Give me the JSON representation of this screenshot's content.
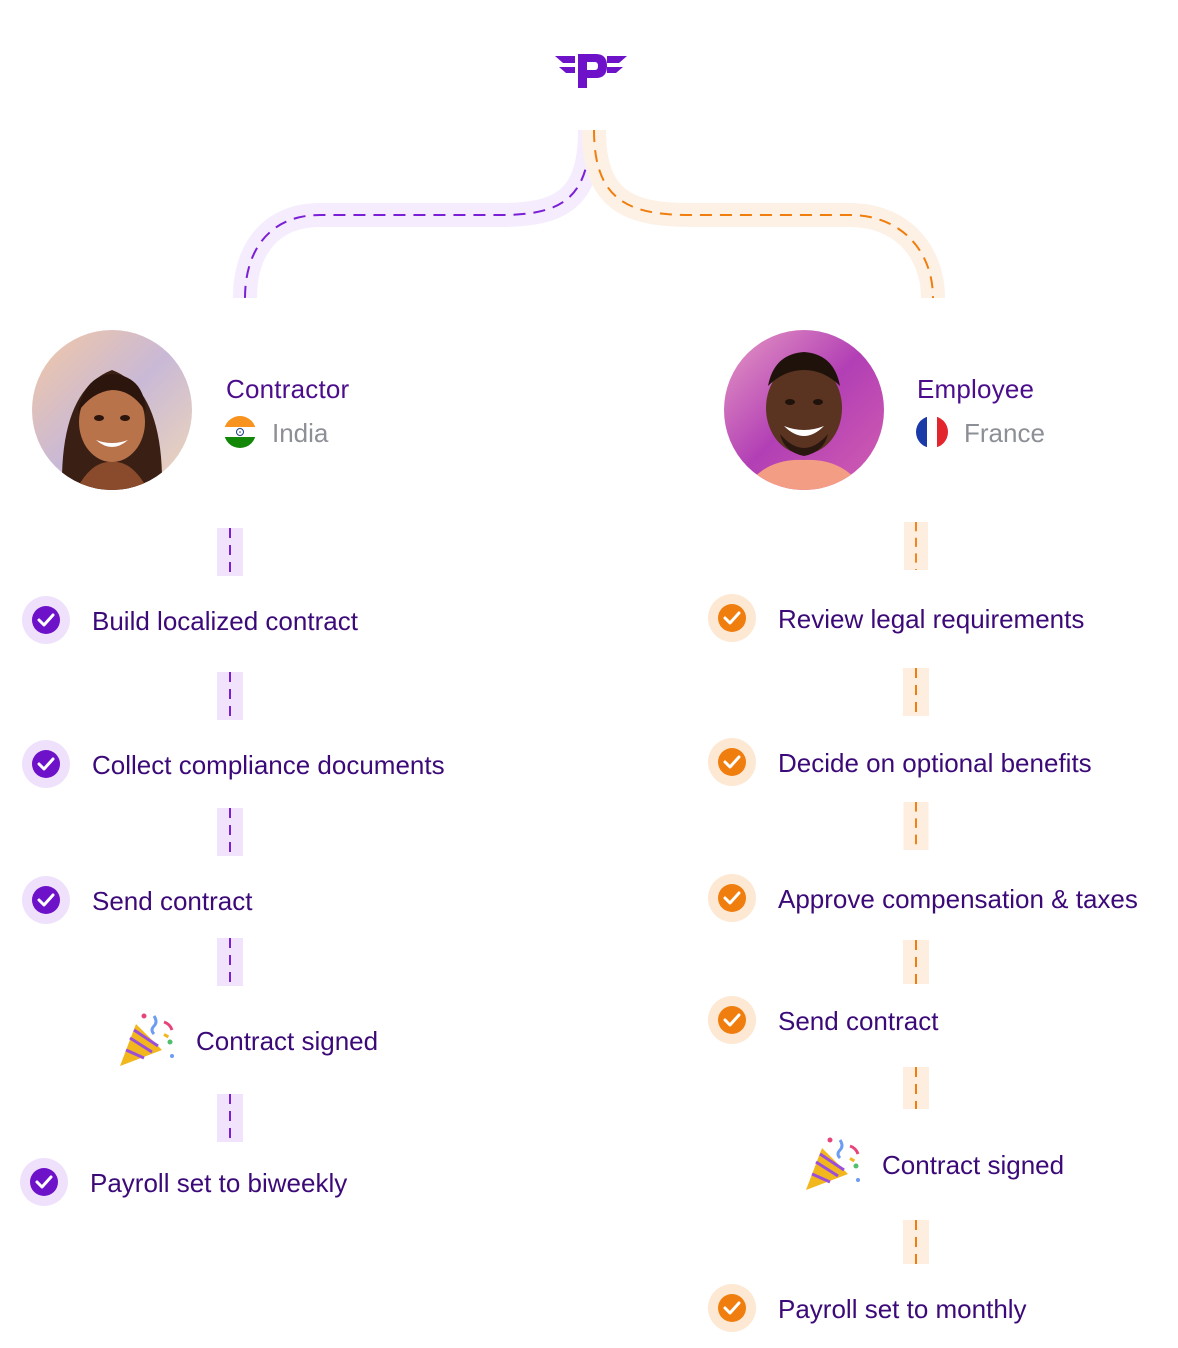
{
  "brand": {
    "logo_icon": "winged-p-logo-icon",
    "color_primary": "#6d12c9",
    "color_secondary": "#f07e0e"
  },
  "contractor": {
    "role": "Contractor",
    "country": "India",
    "accent": "#6d12c9",
    "steps": [
      {
        "label": "Build localized contract",
        "icon": "check-circle-icon"
      },
      {
        "label": "Collect compliance documents",
        "icon": "check-circle-icon"
      },
      {
        "label": "Send contract",
        "icon": "check-circle-icon"
      },
      {
        "label": "Contract signed",
        "icon": "party-popper-icon"
      },
      {
        "label": "Payroll set to biweekly",
        "icon": "check-circle-icon"
      }
    ]
  },
  "employee": {
    "role": "Employee",
    "country": "France",
    "accent": "#f07e0e",
    "steps": [
      {
        "label": "Review legal requirements",
        "icon": "check-circle-icon"
      },
      {
        "label": "Decide on optional benefits",
        "icon": "check-circle-icon"
      },
      {
        "label": "Approve compensation & taxes",
        "icon": "check-circle-icon"
      },
      {
        "label": "Send contract",
        "icon": "check-circle-icon"
      },
      {
        "label": "Contract signed",
        "icon": "party-popper-icon"
      },
      {
        "label": "Payroll set to monthly",
        "icon": "check-circle-icon"
      }
    ]
  }
}
